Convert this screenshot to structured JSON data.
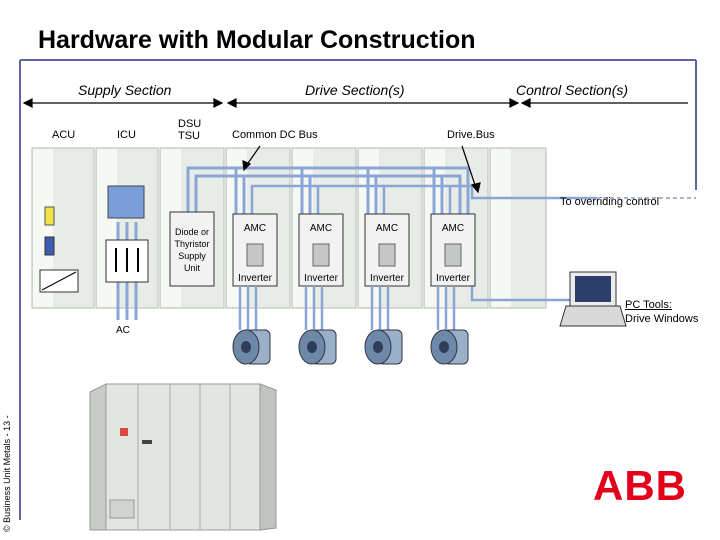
{
  "title": "Hardware with Modular Construction",
  "sections": {
    "supply": "Supply Section",
    "drive": "Drive Section(s)",
    "control": "Control Section(s)"
  },
  "labels": {
    "acu": "ACU",
    "icu": "ICU",
    "dsu": "DSU",
    "tsu": "TSU",
    "common_dc_bus": "Common DC Bus",
    "drivebus": "Drive.Bus",
    "overriding": "To overriding control",
    "supply_unit": [
      "Diode or",
      "Thyristor",
      "Supply",
      "Unit"
    ],
    "amc": "AMC",
    "inverter": "Inverter",
    "pc_tools": [
      "PC Tools:",
      "Drive Windows"
    ],
    "ac": "AC"
  },
  "footer": {
    "side_text": "© Business Unit Metals - 13 -",
    "logo": "ABB"
  },
  "colors": {
    "frame_line": "#5a66a8",
    "bus_line": "#8aa6d8",
    "cabinet": "#e8ece6",
    "cabinet_edge": "#b6bdb4",
    "logo_red": "#e2001a"
  }
}
